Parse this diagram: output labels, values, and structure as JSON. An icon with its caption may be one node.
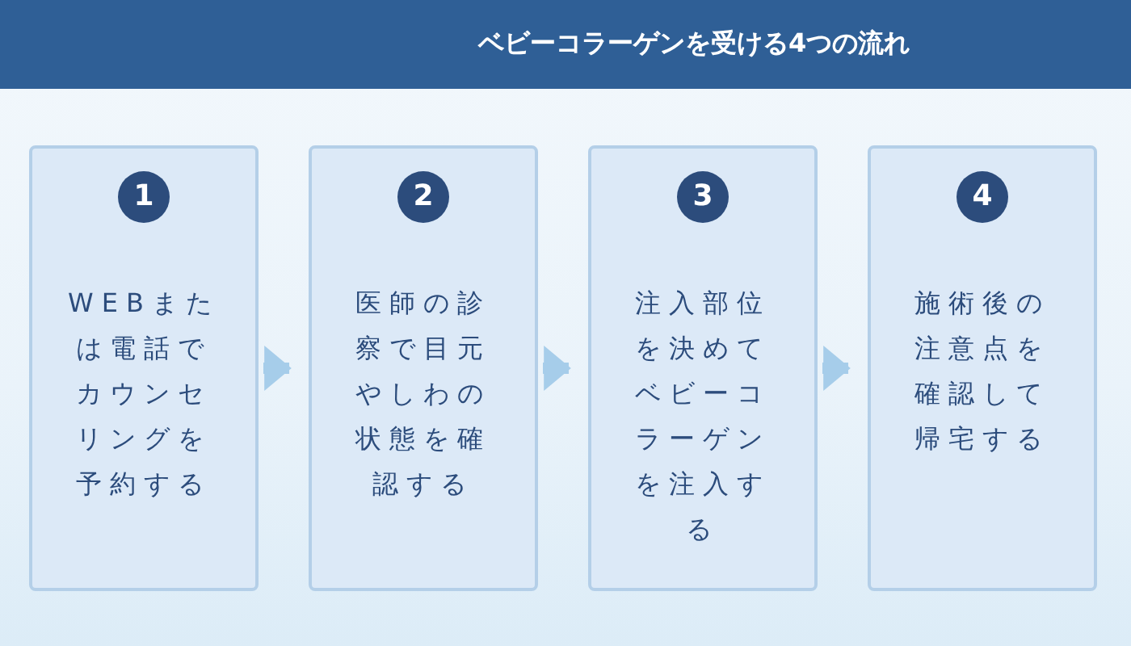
{
  "diagram": {
    "title": "ベビーコラーゲンを受ける4つの流れ",
    "nodes": [
      {
        "text": [
          "1",
          "WEBまたは電話でカウンセリングを予約する"
        ]
      },
      {
        "text": [
          "2",
          "医師の診察で目元やしわの状態を確認する"
        ]
      },
      {
        "text": [
          "3",
          "注入部位を決めてベビーコラーゲンを注入する"
        ]
      },
      {
        "text": [
          "4",
          "施術後の注意点を確認して帰宅する"
        ]
      }
    ],
    "edges": [
      {
        "from": 0,
        "to": 1,
        "arrow": "to"
      },
      {
        "from": 1,
        "to": 2,
        "arrow": "to"
      },
      {
        "from": 2,
        "to": 3,
        "arrow": "to"
      }
    ]
  }
}
